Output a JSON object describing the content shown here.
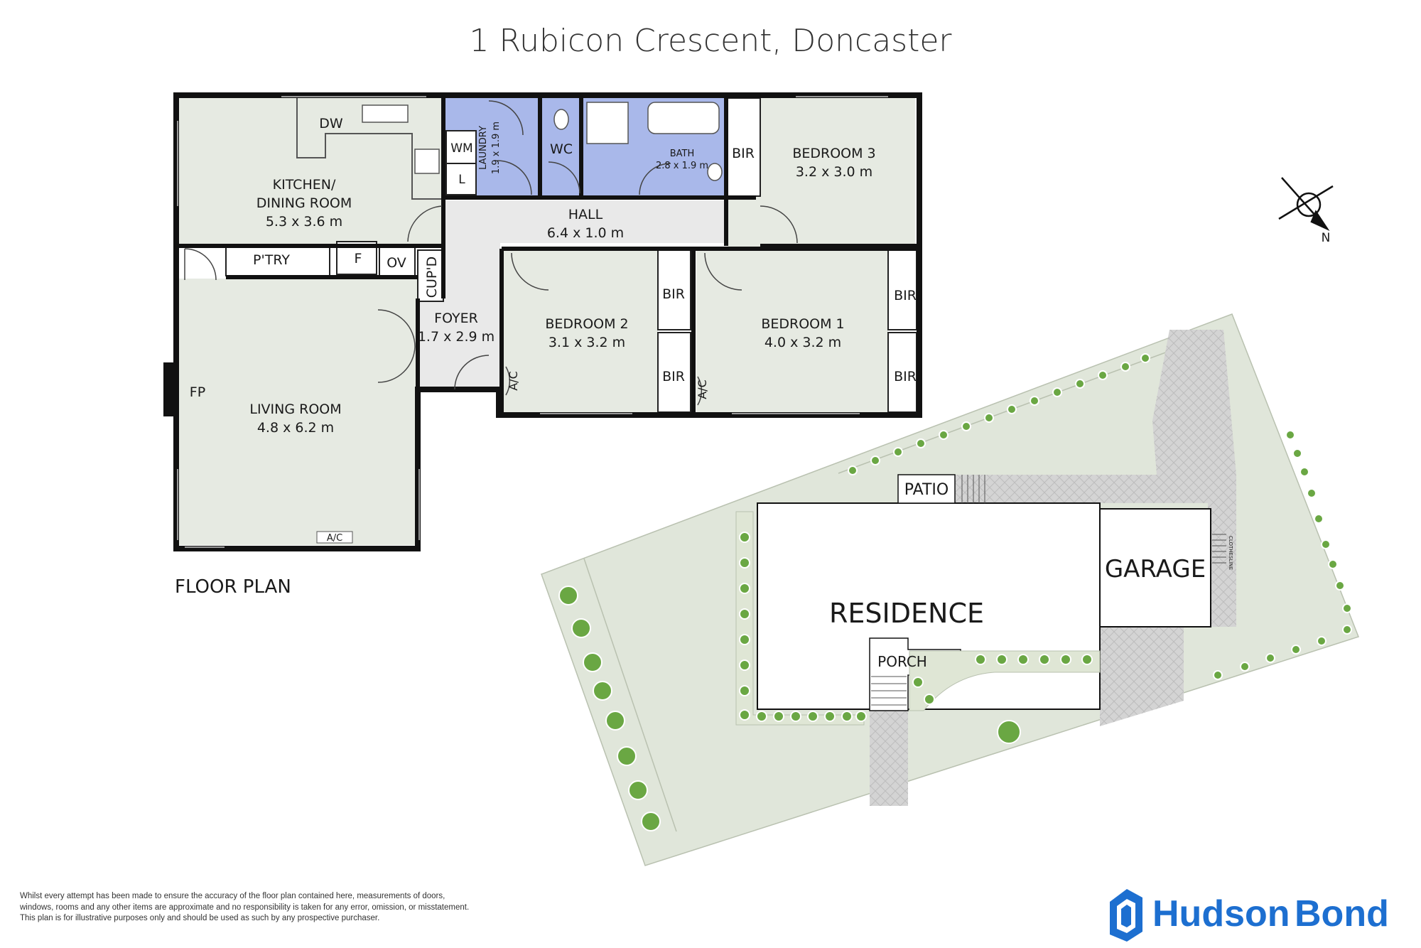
{
  "title": "1 Rubicon Crescent, Doncaster",
  "floor_plan_label": "FLOOR PLAN",
  "rooms": {
    "kitchen": {
      "name_line1": "KITCHEN/",
      "name_line2": "DINING ROOM",
      "size": "5.3 x 3.6 m"
    },
    "living": {
      "name": "LIVING ROOM",
      "size": "4.8 x 6.2 m"
    },
    "foyer": {
      "name": "FOYER",
      "size": "1.7 x 2.9 m"
    },
    "hall": {
      "name": "HALL",
      "size": "6.4 x 1.0 m"
    },
    "laundry": {
      "name": "LAUNDRY",
      "size": "1.9 x 1.9 m"
    },
    "wc": {
      "name": "WC"
    },
    "bath": {
      "name": "BATH",
      "size": "2.8 x 1.9 m"
    },
    "bedroom1": {
      "name": "BEDROOM 1",
      "size": "4.0 x 3.2 m"
    },
    "bedroom2": {
      "name": "BEDROOM 2",
      "size": "3.1 x 3.2 m"
    },
    "bedroom3": {
      "name": "BEDROOM 3",
      "size": "3.2 x 3.0 m"
    }
  },
  "fixtures": {
    "dw": "DW",
    "wm": "WM",
    "l": "L",
    "ptry": "P'TRY",
    "f": "F",
    "ov": "OV",
    "cupd": "CUP'D",
    "fp": "FP",
    "ac": "A/C",
    "bir": "BIR"
  },
  "site": {
    "residence": "RESIDENCE",
    "garage": "GARAGE",
    "patio": "PATIO",
    "porch": "PORCH",
    "clothesline": "CLOTHESLINE"
  },
  "compass": {
    "north": "N"
  },
  "disclaimer": [
    "Whilst every attempt has been made to ensure the accuracy of the floor plan contained here, measurements of doors,",
    "windows, rooms and any other items are approximate and no responsibility is taken for any error, omission, or misstatement.",
    "This plan is for illustrative purposes only and should be used as such by any prospective purchaser."
  ],
  "brand": {
    "part1": "Hudson",
    "part2": "Bond",
    "color": "#1d6fd0"
  },
  "colors": {
    "floor": "#e6eae2",
    "wet_area": "#a9b8ea",
    "hall": "#e9e9e9",
    "lawn": "#e0e6da",
    "paving": "#d6d6d6",
    "shrub": "#6aa743"
  }
}
